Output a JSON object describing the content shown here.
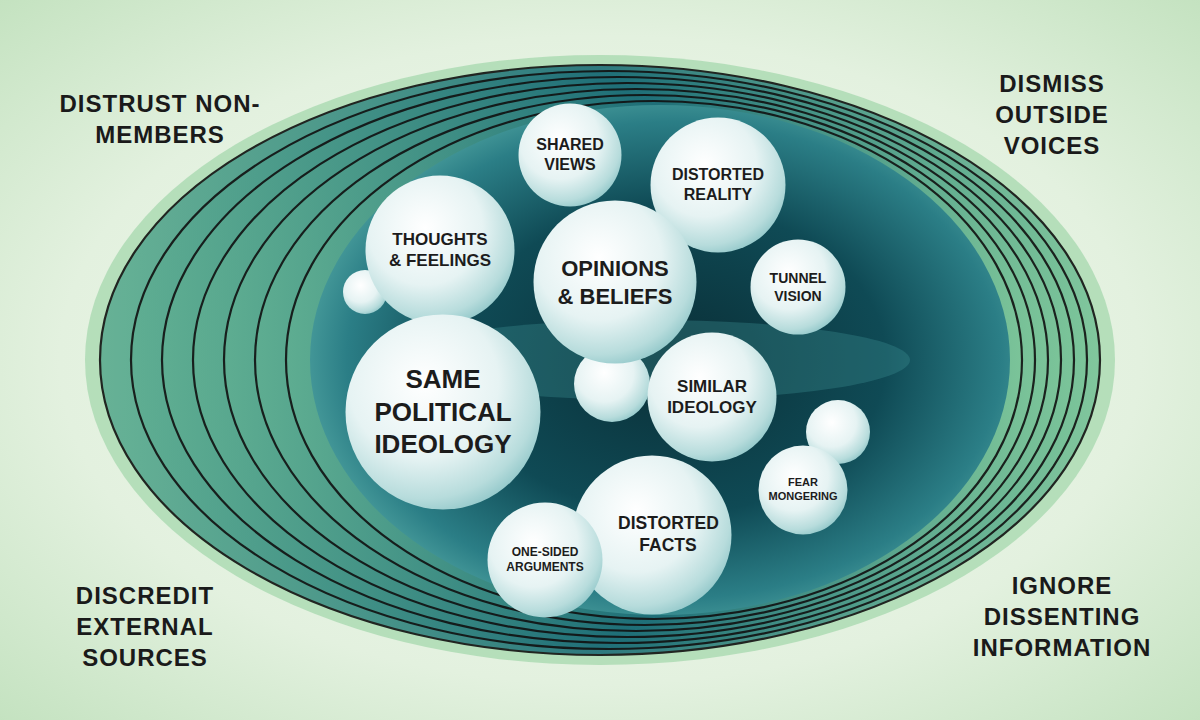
{
  "diagram": {
    "nodes": [
      {
        "text": [
          "SHARED VIEWS"
        ]
      },
      {
        "text": [
          "DISTORTED REALITY"
        ]
      },
      {
        "text": [
          "THOUGHTS & FEELINGS"
        ]
      },
      {
        "text": [
          "OPINIONS & BELIEFS"
        ]
      },
      {
        "text": [
          "TUNNEL VISION"
        ]
      },
      {
        "text": [
          "SAME POLITICAL IDEOLOGY"
        ]
      },
      {
        "text": [
          "SIMILAR IDEOLOGY"
        ]
      },
      {
        "text": [
          "FEAR MONGERING"
        ]
      },
      {
        "text": [
          "DISTORTED FACTS"
        ]
      },
      {
        "text": [
          "ONE-SIDED ARGUMENTS"
        ]
      }
    ],
    "labels": [
      "DISTRUST NON-MEMBERS",
      "DISMISS OUTSIDE VOICES",
      "DISCREDIT EXTERNAL SOURCES",
      "IGNORE DISSENTING INFORMATION"
    ]
  }
}
